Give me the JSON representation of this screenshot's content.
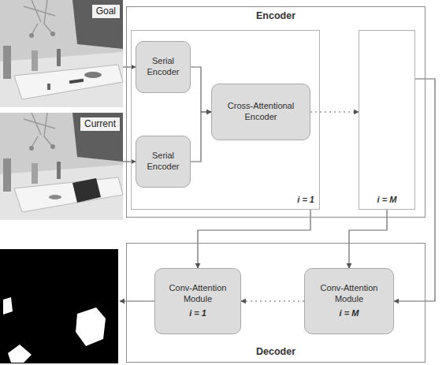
{
  "diagram": {
    "nodes": [
      {
        "text": [
          "Goal"
        ]
      },
      {
        "text": [
          "Current"
        ]
      },
      {
        "text": [
          "Encoder"
        ]
      },
      {
        "text": [
          "i = 1"
        ],
        "in": 2
      },
      {
        "text": [
          "Serial Encoder"
        ],
        "in": 3
      },
      {
        "text": [
          "Serial Encoder"
        ],
        "in": 3
      },
      {
        "text": [
          "Cross-Attentional Encoder"
        ],
        "in": 3
      },
      {
        "text": [
          "i = M"
        ],
        "in": 2
      },
      {
        "text": [
          "Decoder"
        ]
      },
      {
        "text": [
          "Conv-Attention Module",
          "i = 1"
        ],
        "in": 8
      },
      {
        "text": [
          "Conv-Attention Module",
          "i = M"
        ],
        "in": 8
      }
    ],
    "edges": [
      {
        "from": 0,
        "to": 4,
        "arrow": "to"
      },
      {
        "from": 1,
        "to": 5,
        "arrow": "to"
      },
      {
        "from": 4,
        "to": 6,
        "arrow": "to"
      },
      {
        "from": 5,
        "to": 6,
        "arrow": "to"
      },
      {
        "from": 6,
        "to": 7,
        "arrow": "to"
      },
      {
        "from": 3,
        "to": 9,
        "arrow": "to"
      },
      {
        "from": 7,
        "to": 10,
        "arrow": "to"
      },
      {
        "from": 7,
        "to": 10,
        "arrow": "to"
      },
      {
        "from": 10,
        "to": 9,
        "arrow": "to"
      }
    ]
  }
}
